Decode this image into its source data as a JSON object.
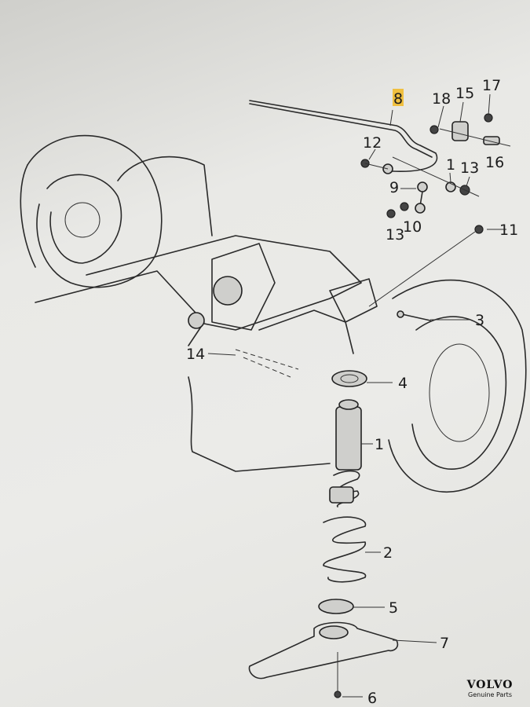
{
  "diagram": {
    "callouts": {
      "c8": "8",
      "c18": "18",
      "c15": "15",
      "c17": "17",
      "c12": "12",
      "c1a": "1",
      "c13a": "13",
      "c16": "16",
      "c9": "9",
      "c13b": "13",
      "c10": "10",
      "c11": "11",
      "c3": "3",
      "c14": "14",
      "c4": "4",
      "c1b": "1",
      "c2": "2",
      "c5": "5",
      "c7": "7",
      "c6": "6"
    },
    "highlight_color": "#f0c040"
  },
  "logo": {
    "brand": "VOLVO",
    "tagline": "Genuine Parts"
  }
}
